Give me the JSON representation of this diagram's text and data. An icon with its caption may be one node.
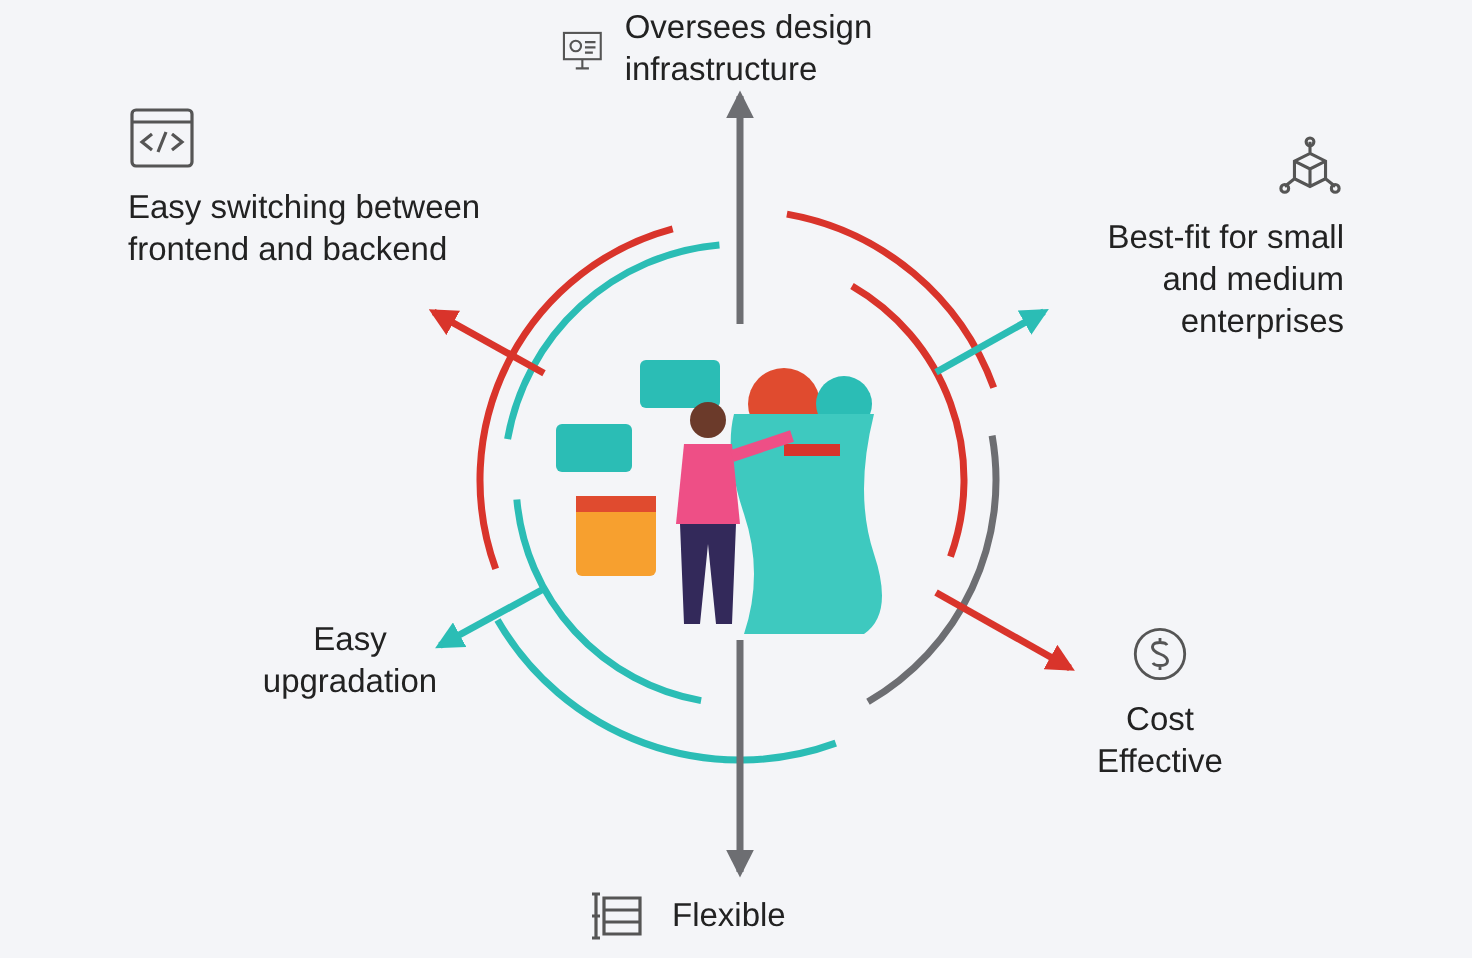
{
  "diagram": {
    "nodes": [
      {
        "text": [],
        "shape": "picture"
      },
      {
        "text": [
          "Oversees design infrastructure"
        ]
      },
      {
        "text": [
          "Easy switching between frontend and backend"
        ]
      },
      {
        "text": [
          "Best-fit for small and medium enterprises"
        ]
      },
      {
        "text": [
          "Easy upgradation"
        ]
      },
      {
        "text": [
          "Cost Effective"
        ]
      },
      {
        "text": [
          "Flexible"
        ]
      }
    ],
    "edges": [
      {
        "from": 0,
        "to": 1,
        "arrow": "to",
        "color": "#6d6e72"
      },
      {
        "from": 0,
        "to": 2,
        "arrow": "to",
        "color": "#d9342b"
      },
      {
        "from": 0,
        "to": 3,
        "arrow": "to",
        "color": "#2bbdb5"
      },
      {
        "from": 0,
        "to": 4,
        "arrow": "to",
        "color": "#2bbdb5"
      },
      {
        "from": 0,
        "to": 5,
        "arrow": "to",
        "color": "#d9342b"
      },
      {
        "from": 0,
        "to": 6,
        "arrow": "to",
        "color": "#6d6e72"
      }
    ]
  }
}
